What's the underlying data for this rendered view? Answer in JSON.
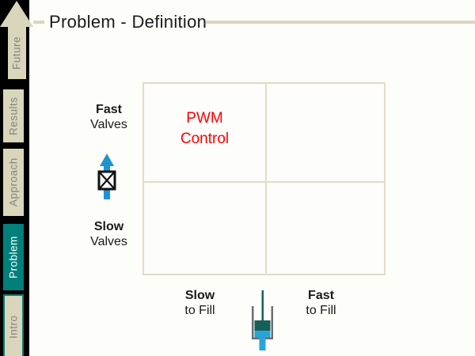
{
  "slide_title": "Problem - Definition",
  "sidebar": {
    "rail_color": "#000000",
    "tab_color": "#d9d6bc",
    "active_tab_color": "#007f7b",
    "tab_text_color": "#85857d",
    "active_tab_text_color": "#ffffff",
    "items": [
      {
        "label": "Future",
        "active": false
      },
      {
        "label": "Results",
        "active": false
      },
      {
        "label": "Approach",
        "active": false
      },
      {
        "label": "Problem",
        "active": true
      },
      {
        "label": "Intro",
        "active": false
      }
    ]
  },
  "matrix": {
    "grid_line_color": "#e0ddc5",
    "cell_top_left": {
      "line1": "PWM",
      "line2": "Control",
      "text_color": "#ff0000"
    },
    "row_labels": {
      "top": {
        "emphasis": "Fast",
        "rest": "Valves"
      },
      "bottom": {
        "emphasis": "Slow",
        "rest": "Valves"
      }
    },
    "col_labels": {
      "left": {
        "emphasis": "Slow",
        "rest": "to Fill"
      },
      "right": {
        "emphasis": "Fast",
        "rest": "to Fill"
      }
    }
  },
  "icons": {
    "up_arrow": {
      "name": "up-arrow-icon",
      "color": "#d9d6bc"
    },
    "valve": {
      "name": "valve-flow-arrow-icon",
      "arrow_color": "#1e93d2",
      "box_color": "#111111"
    },
    "cylinder": {
      "name": "piston-cylinder-icon",
      "plunger_color": "#156058",
      "fluid_color": "#29a4d9",
      "wall_color": "#6e6e6e"
    }
  }
}
